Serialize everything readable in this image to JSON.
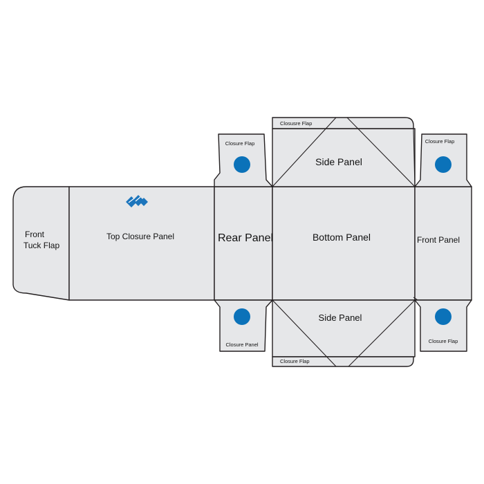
{
  "diagram": {
    "labels": {
      "front_tuck_flap_line1": "Front",
      "front_tuck_flap_line2": "Tuck Flap",
      "top_closure_panel": "Top Closure Panel",
      "rear_panel": "Rear Panel",
      "bottom_panel": "Bottom Panel",
      "front_panel": "Front Panel",
      "side_panel_top": "Side Panel",
      "side_panel_bottom": "Side Panel",
      "closure_flap_top_strip": "Closusre Flap",
      "closure_flap_bottom_strip": "Closure Flap",
      "closure_flap_top_left": "Closure Flap",
      "closure_flap_top_right": "Closure Flap",
      "closure_flap_bottom_left": "Closure Panel",
      "closure_flap_bottom_right": "Closure Flap"
    },
    "colors": {
      "panel_fill": "#e6e7e9",
      "outline": "#231f20",
      "dot_fill": "#0b72b9",
      "logo": "#1c75bc"
    },
    "icons": {
      "logo": "diamond-logo-icon",
      "flap_marker": "circle-dot-icon"
    }
  }
}
